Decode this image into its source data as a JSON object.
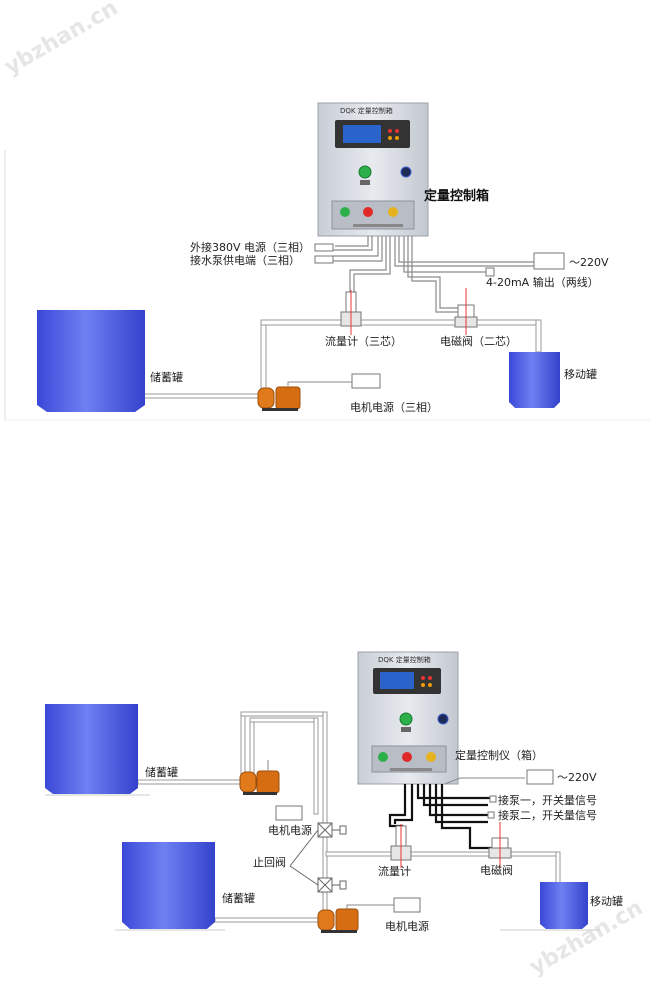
{
  "watermark": "ybzhan.cn",
  "diagram1": {
    "box_title": "DQK 定量控制箱",
    "box_label": "定量控制箱",
    "ext_power": "外接380V 电源（三相）",
    "pump_power": "接水泵供电端（三相）",
    "power_220": "～220V",
    "output_4_20": "4-20mA 输出（两线）",
    "flowmeter": "流量计（三芯）",
    "valve": "电磁阀（二芯）",
    "storage_tank": "储蓄罐",
    "mobile_tank": "移动罐",
    "motor_power": "电机电源（三相）"
  },
  "diagram2": {
    "box_title": "DQK 定量控制箱",
    "box_label": "定量控制仪（箱）",
    "power_220": "～220V",
    "pump1_signal": "接泵一，开关量信号",
    "pump2_signal": "接泵二，开关量信号",
    "storage_tank_1": "储蓄罐",
    "storage_tank_2": "储蓄罐",
    "motor_power_1": "电机电源",
    "motor_power_2": "电机电源",
    "check_valve": "止回阀",
    "flowmeter": "流量计",
    "valve": "电磁阀",
    "mobile_tank": "移动罐"
  },
  "colors": {
    "tank_blue": "#4a5ae8",
    "pump_orange": "#e07a1a",
    "box_fill": "#d8dde3",
    "lcd_blue": "#2a63c9"
  }
}
